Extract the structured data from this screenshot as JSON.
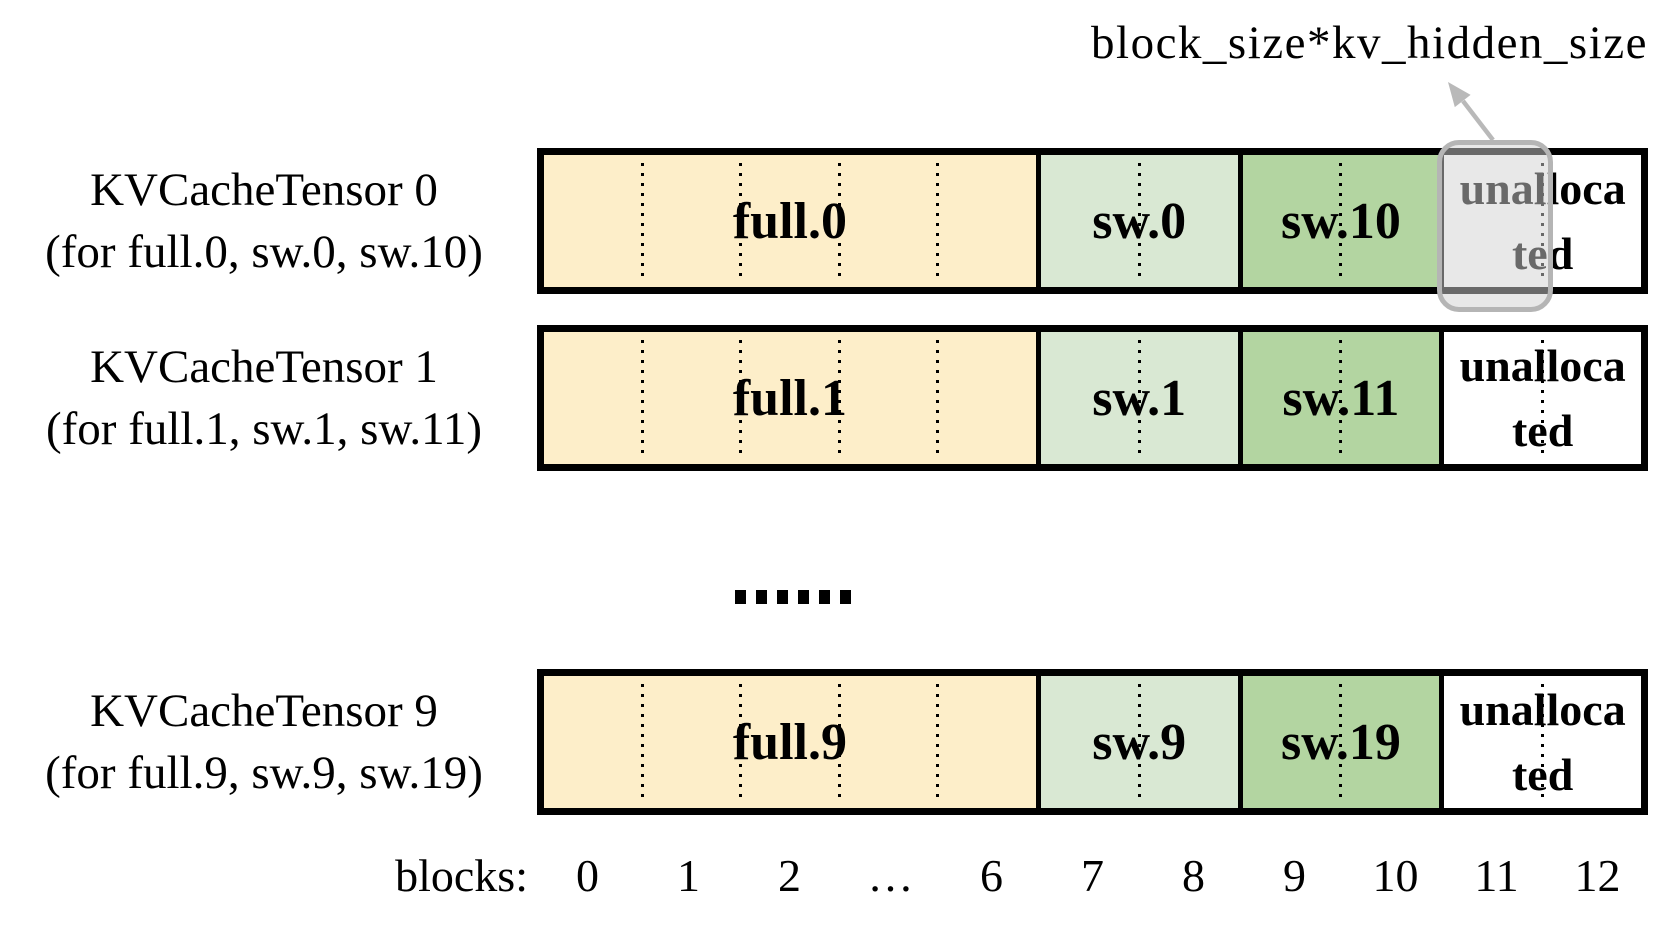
{
  "annotation": {
    "label": "block_size*kv_hidden_size"
  },
  "tensors": [
    {
      "name": "KVCacheTensor 0",
      "detail": "(for full.0, sw.0, sw.10)",
      "highlighted_block": true,
      "segments": [
        {
          "label": "full.0",
          "blocks": 5,
          "kind": "full"
        },
        {
          "label": "sw.0",
          "blocks": 2,
          "kind": "sw_light"
        },
        {
          "label": "sw.10",
          "blocks": 2,
          "kind": "sw_dark"
        },
        {
          "label": "unallocated",
          "blocks": 2,
          "kind": "unallocated"
        }
      ]
    },
    {
      "name": "KVCacheTensor 1",
      "detail": "(for full.1, sw.1, sw.11)",
      "highlighted_block": false,
      "segments": [
        {
          "label": "full.1",
          "blocks": 5,
          "kind": "full"
        },
        {
          "label": "sw.1",
          "blocks": 2,
          "kind": "sw_light"
        },
        {
          "label": "sw.11",
          "blocks": 2,
          "kind": "sw_dark"
        },
        {
          "label": "unallocated",
          "blocks": 2,
          "kind": "unallocated"
        }
      ]
    },
    {
      "name": "KVCacheTensor 9",
      "detail": "(for full.9, sw.9, sw.19)",
      "highlighted_block": false,
      "segments": [
        {
          "label": "full.9",
          "blocks": 5,
          "kind": "full"
        },
        {
          "label": "sw.9",
          "blocks": 2,
          "kind": "sw_light"
        },
        {
          "label": "sw.19",
          "blocks": 2,
          "kind": "sw_dark"
        },
        {
          "label": "unallocated",
          "blocks": 2,
          "kind": "unallocated"
        }
      ]
    }
  ],
  "ellipsis_dots": 6,
  "axis": {
    "label": "blocks:",
    "ticks": [
      "0",
      "1",
      "2",
      "…",
      "6",
      "7",
      "8",
      "9",
      "10",
      "11",
      "12"
    ]
  },
  "colors": {
    "full": "#FDEEC9",
    "sw_light": "#D9E8D3",
    "sw_dark": "#B3D5A1",
    "unallocated": "#FFFFFF",
    "highlight_border": "#B5B5B5",
    "highlight_fill": "rgba(210,210,210,0.5)",
    "arrow": "#B9B9B9"
  }
}
